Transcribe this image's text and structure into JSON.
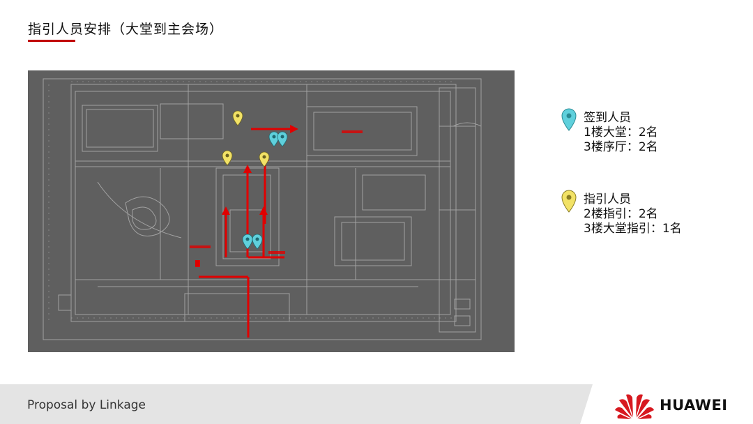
{
  "slide": {
    "title": "指引人员安排（大堂到主会场）"
  },
  "legend": {
    "checkin": {
      "heading": "签到人员",
      "lines": [
        "1楼大堂：2名",
        "3楼序厅：2名"
      ],
      "pin_color": "#5fd0dc",
      "icon": "map-pin-cyan"
    },
    "guide": {
      "heading": "指引人员",
      "lines": [
        "2楼指引：2名",
        "3楼大堂指引：1名"
      ],
      "pin_color": "#f2e266",
      "icon": "map-pin-yellow"
    }
  },
  "footer": {
    "text": "Proposal by Linkage",
    "brand": "HUAWEI"
  },
  "colors": {
    "accent": "#c00000",
    "arrow": "#e00000",
    "plan_bg": "#5f5f5f"
  }
}
